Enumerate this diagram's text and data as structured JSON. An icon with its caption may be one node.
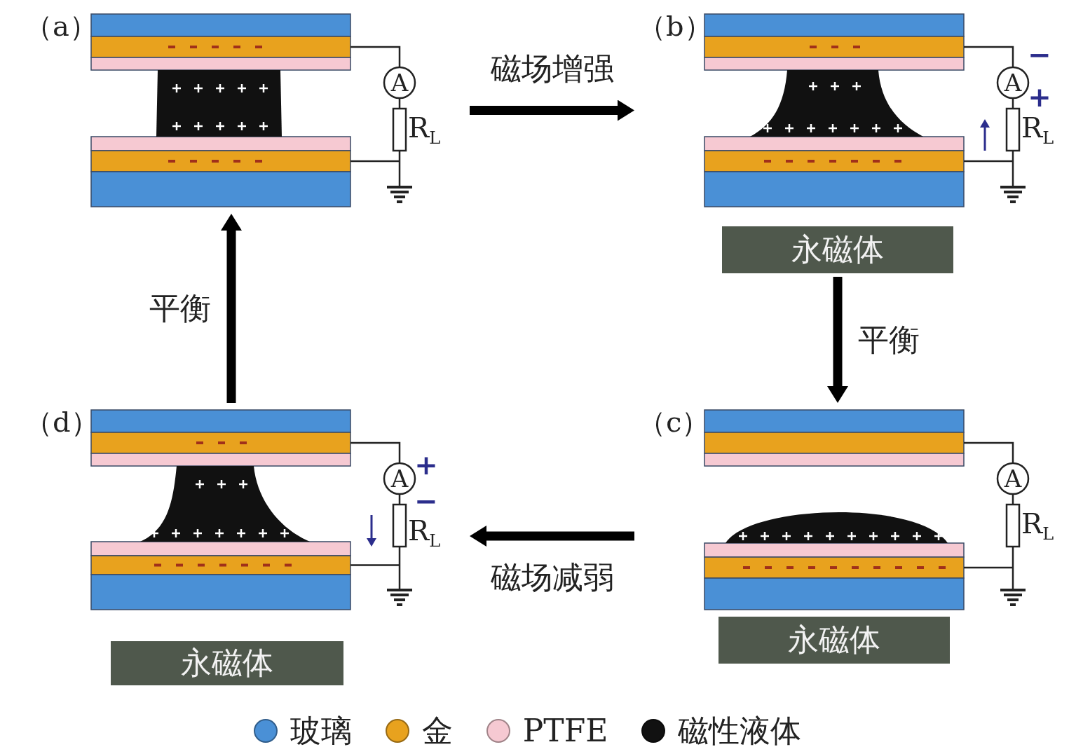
{
  "diagram": {
    "nodes": [
      {
        "text": [
          "（a）"
        ]
      },
      {
        "text": [
          "（b）"
        ]
      },
      {
        "text": [
          "永磁体"
        ],
        "in": 1
      },
      {
        "text": [
          "（c）"
        ]
      },
      {
        "text": [
          "永磁体"
        ],
        "in": 3
      },
      {
        "text": [
          "（d）"
        ]
      },
      {
        "text": [
          "永磁体"
        ],
        "in": 5
      }
    ],
    "edges": [
      {
        "from": 0,
        "to": 1,
        "arrow": "to",
        "label": "磁场增强"
      },
      {
        "from": 1,
        "to": 3,
        "arrow": "to",
        "label": "平衡"
      },
      {
        "from": 3,
        "to": 5,
        "arrow": "to",
        "label": "磁场减弱"
      },
      {
        "from": 5,
        "to": 0,
        "arrow": "to",
        "label": "平衡"
      }
    ],
    "labels": [
      "A",
      "R$_{L}$",
      "−",
      "A",
      "+",
      "R$_{L}$",
      "+",
      "A",
      "−",
      "R$_{L}$",
      "A",
      "R$_{L}$"
    ],
    "legend": [
      {
        "text": "玻璃",
        "color": "#4a90d6"
      },
      {
        "text": "金",
        "color": "#e8a21e"
      },
      {
        "text": "PTFE",
        "color": "#f6c9d2"
      },
      {
        "text": "磁性液体",
        "color": "#111111"
      }
    ]
  }
}
